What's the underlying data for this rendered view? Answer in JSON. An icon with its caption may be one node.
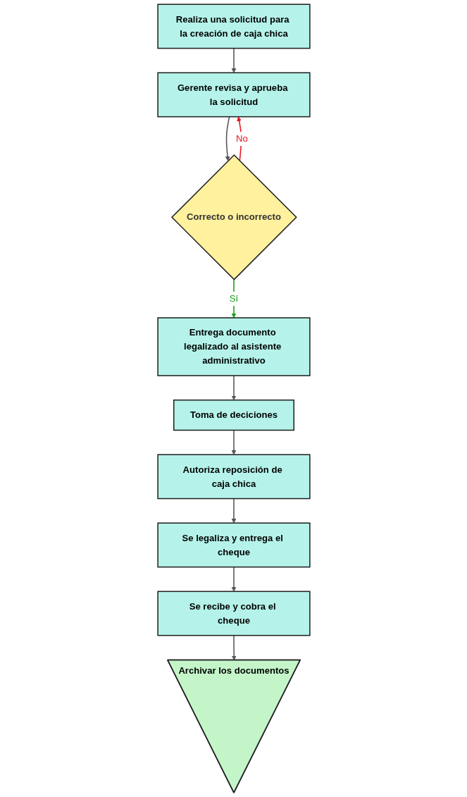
{
  "diagram": {
    "nodes": [
      {
        "text": [
          "Realiza una solicitud para la creación de caja chica"
        ]
      },
      {
        "text": [
          "Gerente revisa y aprueba la solicitud"
        ]
      },
      {
        "text": [
          "Correcto o incorrecto"
        ]
      },
      {
        "text": [
          "Entrega documento legalizado al asistente administrativo"
        ]
      },
      {
        "text": [
          "Toma de deciciones"
        ]
      },
      {
        "text": [
          "Autoriza reposición de caja chica"
        ]
      },
      {
        "text": [
          "Se legaliza y entrega el cheque"
        ]
      },
      {
        "text": [
          "Se recibe y cobra el cheque"
        ]
      },
      {
        "text": [
          "Archivar los documentos"
        ]
      }
    ],
    "edges": [
      {
        "from": 0,
        "to": 1,
        "arrow": "to"
      },
      {
        "from": 1,
        "to": 2,
        "arrow": "to"
      },
      {
        "from": 2,
        "to": 1,
        "arrow": "to",
        "label": "No",
        "color": "#e8141c"
      },
      {
        "from": 2,
        "to": 3,
        "arrow": "to",
        "label": "Sí",
        "color": "#16a016"
      },
      {
        "from": 3,
        "to": 4,
        "arrow": "to"
      },
      {
        "from": 4,
        "to": 5,
        "arrow": "to"
      },
      {
        "from": 5,
        "to": 6,
        "arrow": "to"
      },
      {
        "from": 6,
        "to": 7,
        "arrow": "to"
      },
      {
        "from": 7,
        "to": 8,
        "arrow": "to"
      }
    ]
  }
}
